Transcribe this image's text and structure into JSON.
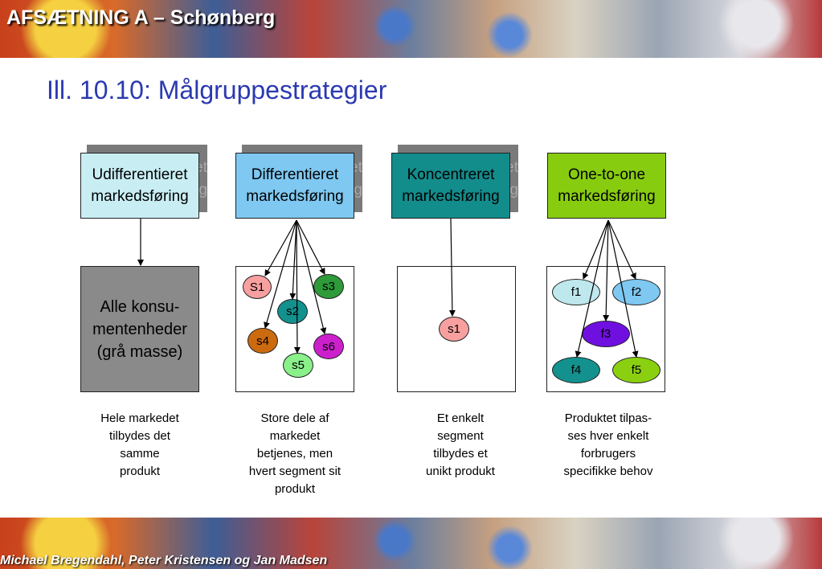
{
  "header": {
    "title": "AFSÆTNING A – Schønberg"
  },
  "footer": {
    "authors": "Michael Bregendahl, Peter Kristensen og Jan Madsen"
  },
  "slide": {
    "title": "Ill. 10.10: Målgruppestrategier"
  },
  "strategies": [
    {
      "head": [
        "Udifferentieret",
        "markedsføring"
      ],
      "color": "#c8eef4",
      "panel": [
        "Alle konsu-",
        "mentenheder",
        "(grå masse)"
      ],
      "caption": [
        "Hele markedet",
        "tilbydes det",
        "samme",
        "produkt"
      ]
    },
    {
      "head": [
        "Differentieret",
        "markedsføring"
      ],
      "color": "#7ec8f2",
      "segments": [
        "S1",
        "s3",
        "s2",
        "s4",
        "s6",
        "s5"
      ],
      "caption": [
        "Store dele af",
        "markedet",
        "betjenes, men",
        "hvert segment sit",
        "produkt"
      ]
    },
    {
      "head": [
        "Koncentreret",
        "markedsføring"
      ],
      "color": "#138c8c",
      "segments": [
        "s1"
      ],
      "caption": [
        "Et enkelt",
        "segment",
        "tilbydes et",
        "unikt produkt"
      ]
    },
    {
      "head": [
        "One-to-one",
        "markedsføring"
      ],
      "color": "#88cc10",
      "segments": [
        "f1",
        "f2",
        "f3",
        "f4",
        "f5"
      ],
      "caption": [
        "Produktet tilpas-",
        "ses hver enkelt",
        "forbrugers",
        "specifikke behov"
      ]
    }
  ],
  "segment_colors": {
    "S1": "#f8a0a0",
    "s3": "#2e9a3a",
    "s2": "#13918e",
    "s4": "#cc6a10",
    "s6": "#cc20cc",
    "s5": "#8af08a",
    "s1": "#f8a0a0",
    "f1": "#bfe8ee",
    "f2": "#7ec8f2",
    "f3": "#7010e0",
    "f4": "#13918e",
    "f5": "#8ad010"
  }
}
